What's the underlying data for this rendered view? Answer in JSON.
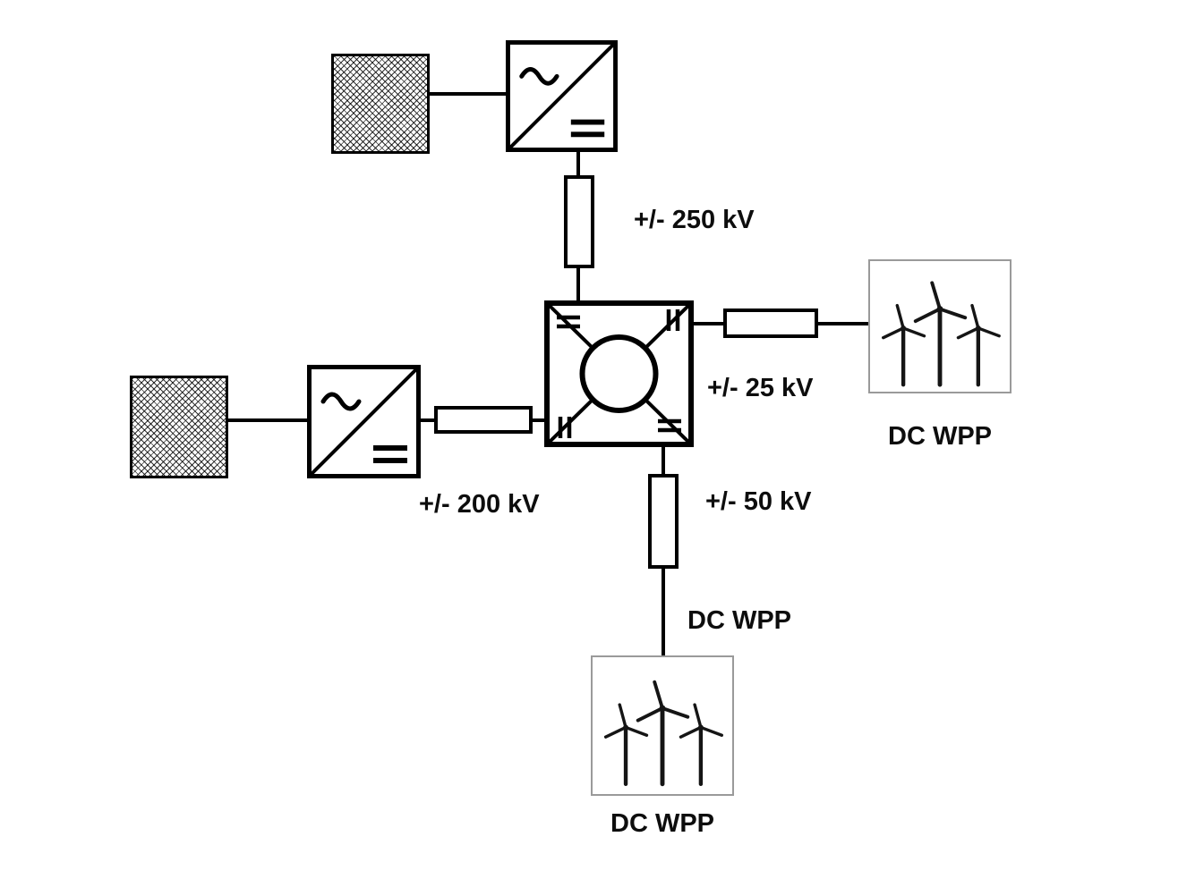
{
  "labels": {
    "voltage_top": "+/- 250 kV",
    "voltage_right": "+/- 25 kV",
    "voltage_left": "+/- 200 kV",
    "voltage_bottom": "+/- 50 kV",
    "wpp_right": "DC WPP",
    "wpp_mid": "DC WPP",
    "wpp_bottom": "DC WPP"
  },
  "colors": {
    "line": "#000000",
    "background": "#ffffff",
    "wpp_box_border": "#9a9a9a"
  },
  "icons": {
    "ac_grid_top": "ac-grid-hatched-icon",
    "ac_grid_left": "ac-grid-hatched-icon",
    "converter_top": "ac-dc-converter-icon",
    "converter_left": "ac-dc-converter-icon",
    "dc_hub": "multiport-dc-hub-icon",
    "wpp_right": "wind-turbines-icon",
    "wpp_bottom": "wind-turbines-icon"
  }
}
